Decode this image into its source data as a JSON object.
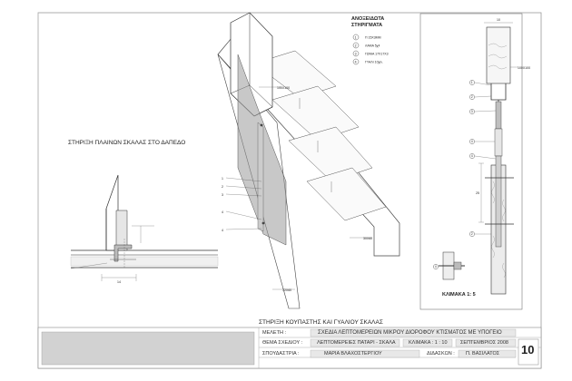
{
  "legend": {
    "title_line1": "ΑΝΟΞΕΙΔΩΤΑ",
    "title_line2": "ΣΤΗΡΙΓΜΑΤΑ",
    "items": [
      {
        "num": "1",
        "text": "Π 15Χ3ΜΜ"
      },
      {
        "num": "2",
        "text": "ΛΑΜΑ 5χ4"
      },
      {
        "num": "3",
        "text": "ΓΩΝΙΑ 17Χ17Χ3"
      },
      {
        "num": "4",
        "text": "ΓΥΑΛΙ 10χιλ."
      }
    ]
  },
  "section_titles": {
    "floor_support": "ΣΤΗΡΙΞΗ ΠΛΑΙΝΩΝ ΣΚΑΛΑΣ ΣΤΟ ΔΑΠΕΔΟ",
    "handrail_support": "ΣΤΗΡΙΞΗ ΚΟΥΠΑΣΤΗΣ ΚΑΙ ΓΥΑΛΙΟΥ ΣΚΑΛΑΣ",
    "scale": "ΚΛΙΜΑΚΑ 1: 5"
  },
  "annotations": {
    "iso_top": "100Χ100",
    "iso_right": "30Χ60",
    "iso_bottom": "72Χ60",
    "section_right": "100Χ100",
    "dim_top": "10",
    "dim_mid": "25",
    "detail_dim": "14",
    "iso_callouts": [
      "1",
      "2",
      "3",
      "4",
      "4"
    ],
    "section_callouts": [
      "1",
      "2",
      "3",
      "4",
      "4",
      "2",
      "4"
    ]
  },
  "title_block": {
    "study_label": "ΜΕΛΕΤΗ :",
    "study_value": "ΣΧΕΔΙΑ ΛΕΠΤΟΜΕΡΕΙΩΝ ΜΙΚΡΟΥ ΔΙΟΡΟΦΟΥ ΚΤΙΣΜΑΤΟΣ ΜΕ ΥΠΟΓΕΙΟ",
    "drawing_label": "ΘΕΜΑ ΣΧΕΔΙΟΥ :",
    "drawing_value": "ΛΕΠΤΟΜΕΡΕΙΕΣ ΠΑΤΑΡΙ - ΣΚΑΛΑ",
    "scale_value": "ΚΛΙΜΑΚΑ : 1 : 10",
    "date_value": "ΣΕΠΤΕΜΒΡΙΟΣ 2008",
    "student_label": "ΣΠΟΥΔΑΣΤΡΙΑ :",
    "student_value": "ΜΑΡΙΑ ΒΛΑΧΟΣΤΕΡΓΙΟΥ",
    "teacher_label": "ΔΙΔΑΣΚΩΝ :",
    "teacher_value": "Π. ΒΑΣΙΛΑΤΟΣ",
    "sheet_number": "10"
  }
}
